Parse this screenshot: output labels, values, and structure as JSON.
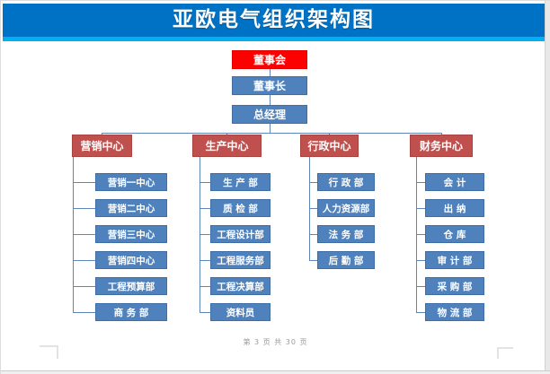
{
  "page": {
    "title": "亚欧电气组织架构图",
    "footer": "第 3 页 共 30 页"
  },
  "colors": {
    "banner_blue": "#0072C6",
    "banner_strip": "#00B0F0",
    "root_red": "#FF0000",
    "center_red": "#C0504D",
    "node_blue": "#4F81BD",
    "line_color": "#5E86B8"
  },
  "org": {
    "root": "董事会",
    "level2": "董事长",
    "level3": "总经理",
    "columns": [
      {
        "name": "营销中心",
        "children": [
          "营销一中心",
          "营销二中心",
          "营销三中心",
          "营销四中心",
          "工程预算部",
          "商 务 部"
        ]
      },
      {
        "name": "生产中心",
        "children": [
          "生 产 部",
          "质 检 部",
          "工程设计部",
          "工程服务部",
          "工程决算部",
          "资料员"
        ]
      },
      {
        "name": "行政中心",
        "children": [
          "行 政 部",
          "人力资源部",
          "法 务 部",
          "后 勤 部"
        ]
      },
      {
        "name": "财务中心",
        "children": [
          "会 计",
          "出 纳",
          "仓 库",
          "审 计 部",
          "采 购 部",
          "物 流 部"
        ]
      }
    ]
  }
}
